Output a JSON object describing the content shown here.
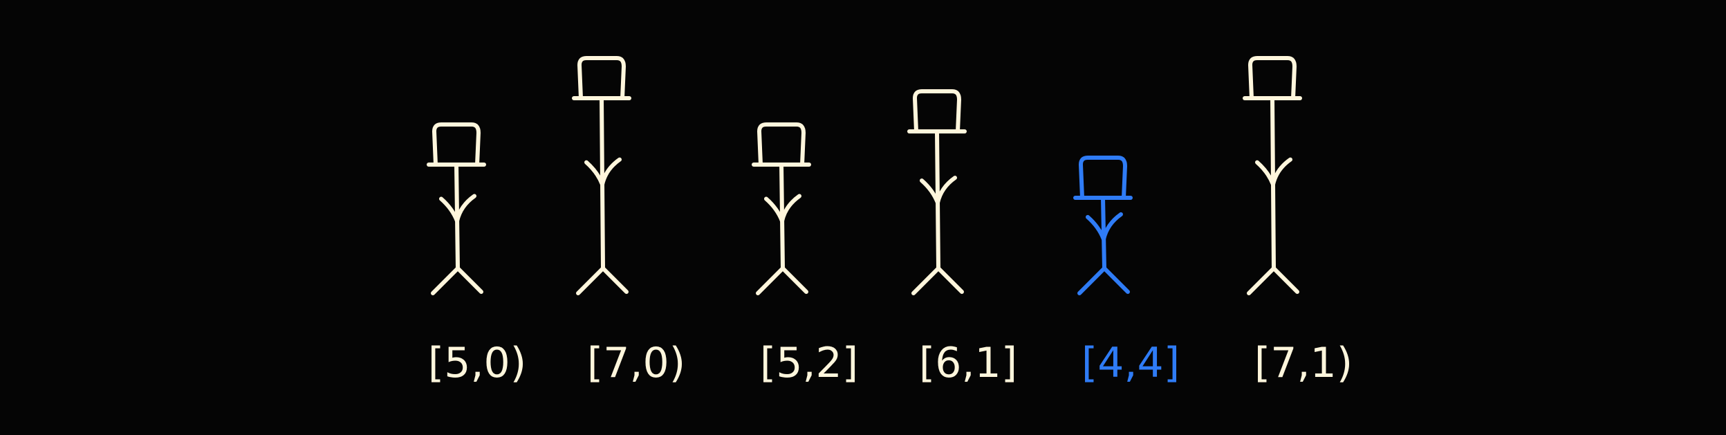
{
  "canvas": {
    "background": "#050505"
  },
  "colors": {
    "default_ink": "#fff6dc",
    "highlight_ink": "#2f7cf6"
  },
  "people": [
    {
      "label": "[5,0)",
      "height": 5,
      "count": 0,
      "highlight": false
    },
    {
      "label": "[7,0)",
      "height": 7,
      "count": 0,
      "highlight": false
    },
    {
      "label": "[5,2]",
      "height": 5,
      "count": 2,
      "highlight": false
    },
    {
      "label": "[6,1]",
      "height": 6,
      "count": 1,
      "highlight": false
    },
    {
      "label": "[4,4]",
      "height": 4,
      "count": 4,
      "highlight": true
    },
    {
      "label": "[7,1)",
      "height": 7,
      "count": 1,
      "highlight": false
    }
  ]
}
